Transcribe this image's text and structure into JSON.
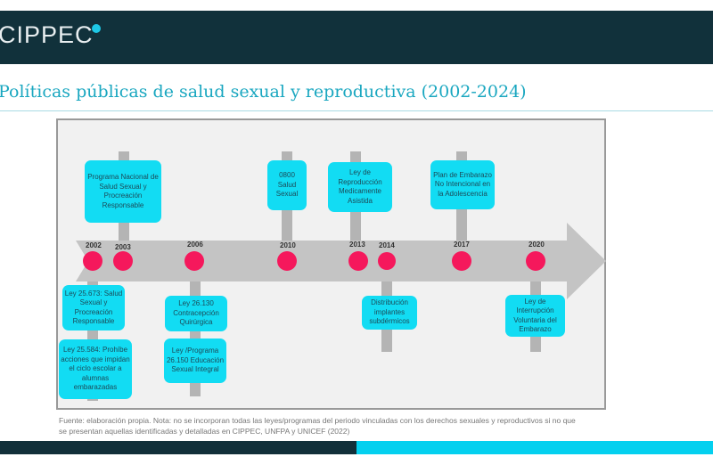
{
  "header": {
    "logo": "CIPPEC"
  },
  "title": "Políticas públicas de salud sexual y reproductiva (2002-2024)",
  "timeline": {
    "years": [
      "2002",
      "2003",
      "2006",
      "2010",
      "2013",
      "2014",
      "2017",
      "2020"
    ],
    "above": [
      {
        "year": "2003",
        "text": "Programa Nacional de Salud Sexual y Procreación Responsable"
      },
      {
        "year": "2010",
        "text": "0800 Salud Sexual"
      },
      {
        "year": "2013",
        "text": "Ley de Reproducción Medicamente Asistida"
      },
      {
        "year": "2017",
        "text": "Plan de Embarazo No Intencional en la Adolescencia"
      }
    ],
    "below": [
      {
        "year": "2002",
        "text": "Ley 25.673: Salud Sexual y Procreación Responsable"
      },
      {
        "year": "2002",
        "text": "Ley 25.584: Prohíbe acciones que impidan el ciclo escolar a alumnas embarazadas"
      },
      {
        "year": "2006",
        "text": "Ley 26.130 Contracepción Quirúrgica"
      },
      {
        "year": "2006",
        "text": "Ley /Programa 26.150 Educación Sexual Integral"
      },
      {
        "year": "2014",
        "text": "Distribución implantes subdérmicos"
      },
      {
        "year": "2020",
        "text": "Ley de Interrupción Voluntaria del Embarazo"
      }
    ]
  },
  "footer": "Fuente: elaboración propia. Nota: no se incorporan todas las leyes/programas del periodo vinculadas con los derechos sexuales y reproductivos si no que se presentan aquellas identificadas y detalladas en CIPPEC, UNFPA y UNICEF (2022)"
}
